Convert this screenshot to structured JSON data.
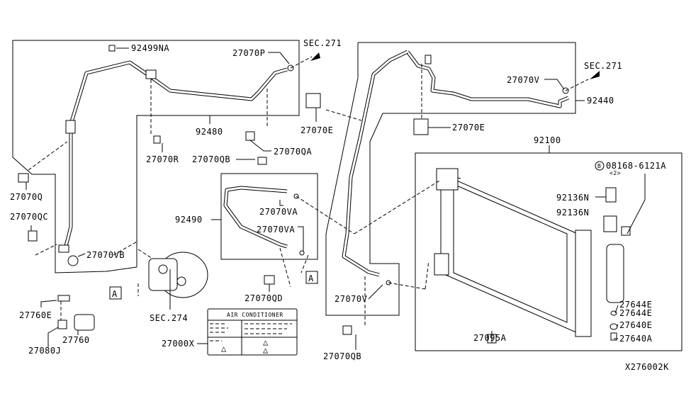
{
  "labels": {
    "p92499NA": "92499NA",
    "sec271_left": "SEC.271",
    "p27070P": "27070P",
    "p92480": "92480",
    "p27070R": "27070R",
    "p27070QB_upper": "27070QB",
    "p27070QA": "27070QA",
    "p27070Q": "27070Q",
    "p27070QC": "27070QC",
    "p27070VB": "27070VB",
    "p27070E_left": "27070E",
    "p27070E_right": "27070E",
    "p27070V_upper": "27070V",
    "sec271_right": "SEC.271",
    "p92440": "92440",
    "p92100": "92100",
    "p08168": "08168-6121A",
    "p08168_qty": "<2>",
    "bolt_marker": "B",
    "p92136N_a": "92136N",
    "p92136N_b": "92136N",
    "p27070VA_a": "27070VA",
    "p27070VA_b": "27070VA",
    "p92490": "92490",
    "p27070QD": "27070QD",
    "sec274": "SEC.274",
    "p27760E": "27760E",
    "p27760": "27760",
    "p27080J": "27080J",
    "p27000X": "27000X",
    "p27070V_lower": "27070V",
    "p27070QB_lower": "27070QB",
    "p27095A": "27095A",
    "p27644E_a": "27644E",
    "p27644E_b": "27644E",
    "p27640E": "27640E",
    "p27640A": "27640A",
    "ref_a_left": "A",
    "ref_a_right": "A",
    "diagram_id": "X276002K"
  },
  "ac_label": {
    "title": "AIR CONDITIONER",
    "warning_symbol": "△"
  }
}
